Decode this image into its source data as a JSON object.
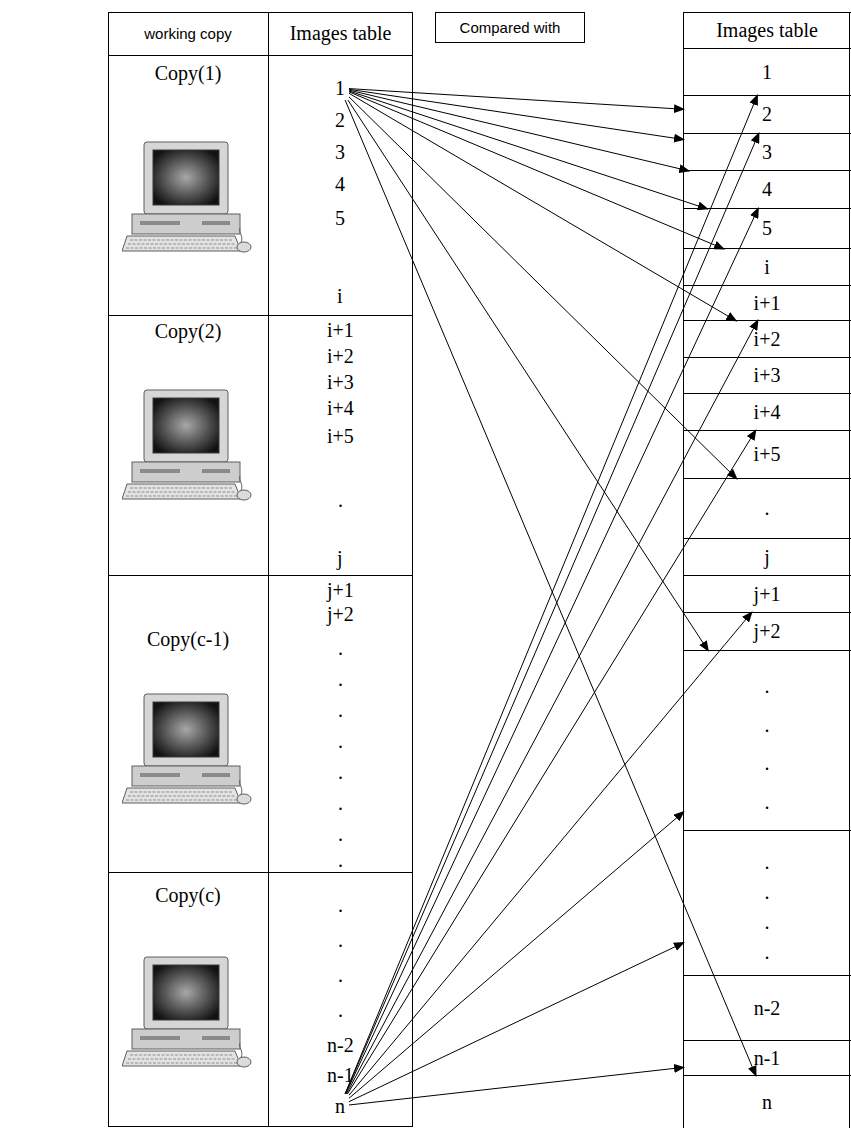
{
  "diagram": {
    "nodes": [
      {
        "text": [
          "working copy"
        ]
      },
      {
        "text": [
          "Images table"
        ]
      },
      {
        "text": [
          "Compared with"
        ]
      },
      {
        "text": [
          "Images table"
        ]
      },
      {
        "text": [
          "Copy(1)"
        ]
      },
      {
        "text": [
          "1"
        ]
      },
      {
        "text": [
          "2"
        ]
      },
      {
        "text": [
          "3"
        ]
      },
      {
        "text": [
          "4"
        ]
      },
      {
        "text": [
          "5"
        ]
      },
      {
        "text": [
          "i"
        ]
      },
      {
        "text": [
          "Copy(2)"
        ]
      },
      {
        "text": [
          "i+1"
        ]
      },
      {
        "text": [
          "i+2"
        ]
      },
      {
        "text": [
          "i+3"
        ]
      },
      {
        "text": [
          "i+4"
        ]
      },
      {
        "text": [
          "i+5"
        ]
      },
      {
        "text": [
          "."
        ]
      },
      {
        "text": [
          "j"
        ]
      },
      {
        "text": [
          "Copy(c-1)"
        ]
      },
      {
        "text": [
          "j+1"
        ]
      },
      {
        "text": [
          "j+2"
        ]
      },
      {
        "text": [
          "."
        ]
      },
      {
        "text": [
          "."
        ]
      },
      {
        "text": [
          "."
        ]
      },
      {
        "text": [
          "."
        ]
      },
      {
        "text": [
          "."
        ]
      },
      {
        "text": [
          "."
        ]
      },
      {
        "text": [
          "."
        ]
      },
      {
        "text": [
          "."
        ]
      },
      {
        "text": [
          "Copy(c)"
        ]
      },
      {
        "text": [
          "."
        ]
      },
      {
        "text": [
          "."
        ]
      },
      {
        "text": [
          "."
        ]
      },
      {
        "text": [
          "."
        ]
      },
      {
        "text": [
          "n-2"
        ]
      },
      {
        "text": [
          "n-1"
        ]
      },
      {
        "text": [
          "n"
        ]
      },
      {
        "text": [
          "1"
        ]
      },
      {
        "text": [
          "2"
        ]
      },
      {
        "text": [
          "3"
        ]
      },
      {
        "text": [
          "4"
        ]
      },
      {
        "text": [
          "5"
        ]
      },
      {
        "text": [
          "i"
        ]
      },
      {
        "text": [
          "i+1"
        ]
      },
      {
        "text": [
          "i+2"
        ]
      },
      {
        "text": [
          "i+3"
        ]
      },
      {
        "text": [
          "i+4"
        ]
      },
      {
        "text": [
          "i+5"
        ]
      },
      {
        "text": [
          "."
        ]
      },
      {
        "text": [
          "j"
        ]
      },
      {
        "text": [
          "j+1"
        ]
      },
      {
        "text": [
          "j+2"
        ]
      },
      {
        "text": [
          ".",
          ".",
          ".",
          "."
        ]
      },
      {
        "text": [
          ".",
          ".",
          ".",
          "."
        ]
      },
      {
        "text": [
          "n-2"
        ]
      },
      {
        "text": [
          "n-1"
        ]
      },
      {
        "text": [
          "n"
        ]
      }
    ],
    "edges": [
      {
        "from": 5,
        "to": 39,
        "arrow": "to"
      },
      {
        "from": 5,
        "to": 40,
        "arrow": "to"
      },
      {
        "from": 5,
        "to": 41,
        "arrow": "to"
      },
      {
        "from": 5,
        "to": 42,
        "arrow": "to"
      },
      {
        "from": 5,
        "to": 43,
        "arrow": "to"
      },
      {
        "from": 5,
        "to": 45,
        "arrow": "to"
      },
      {
        "from": 5,
        "to": 49,
        "arrow": "to"
      },
      {
        "from": 5,
        "to": 53,
        "arrow": "to"
      },
      {
        "from": 5,
        "to": 57,
        "arrow": "to"
      },
      {
        "from": 37,
        "to": 38,
        "arrow": "to"
      },
      {
        "from": 37,
        "to": 39,
        "arrow": "to"
      },
      {
        "from": 37,
        "to": 41,
        "arrow": "to"
      },
      {
        "from": 37,
        "to": 44,
        "arrow": "to"
      },
      {
        "from": 37,
        "to": 47,
        "arrow": "to"
      },
      {
        "from": 37,
        "to": 51,
        "arrow": "to"
      },
      {
        "from": 37,
        "to": 53,
        "arrow": "to"
      },
      {
        "from": 37,
        "to": 54,
        "arrow": "to"
      },
      {
        "from": 37,
        "to": 56,
        "arrow": "to"
      }
    ]
  }
}
